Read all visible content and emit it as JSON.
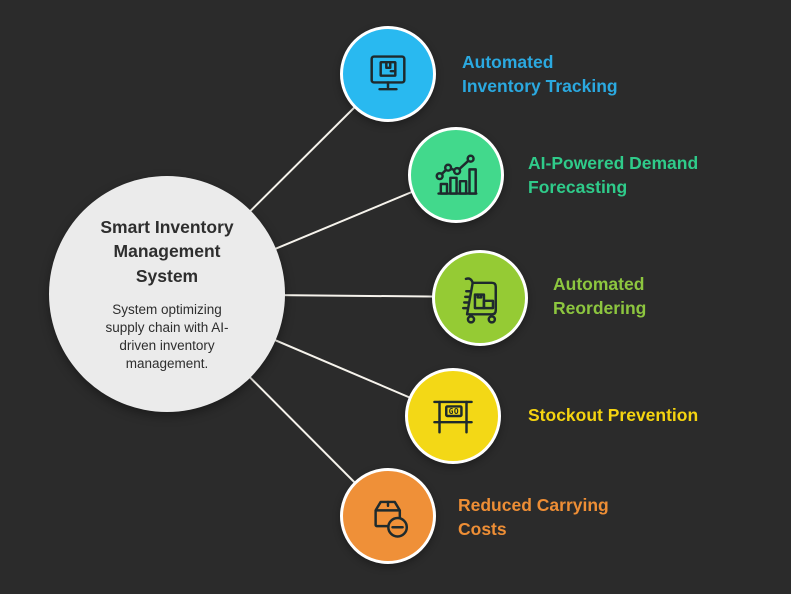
{
  "canvas": {
    "background": "#2b2b2b",
    "connector_color": "#f6f3ec"
  },
  "center_node": {
    "title": "Smart Inventory Management System",
    "description": "System optimizing supply chain with AI-driven inventory management.",
    "circle_color": "#ebebeb",
    "text_color": "#2e2e2e"
  },
  "nodes": [
    {
      "label": "Automated Inventory Tracking",
      "icon": "monitor-package-icon",
      "circle_color": "#29b9f0",
      "label_color": "#2ba9e0"
    },
    {
      "label": "AI-Powered Demand Forecasting",
      "icon": "demand-forecast-chart-icon",
      "circle_color": "#42d98c",
      "label_color": "#2fcb8a"
    },
    {
      "label": "Automated Reordering",
      "icon": "cart-boxes-icon",
      "circle_color": "#95cb34",
      "label_color": "#8dc63f"
    },
    {
      "label": "Stockout Prevention",
      "icon": "go-sign-icon",
      "icon_text": "GO",
      "circle_color": "#f3d816",
      "label_color": "#f5d410"
    },
    {
      "label": "Reduced Carrying Costs",
      "icon": "box-minus-icon",
      "circle_color": "#ef9038",
      "label_color": "#ee8e35"
    }
  ]
}
